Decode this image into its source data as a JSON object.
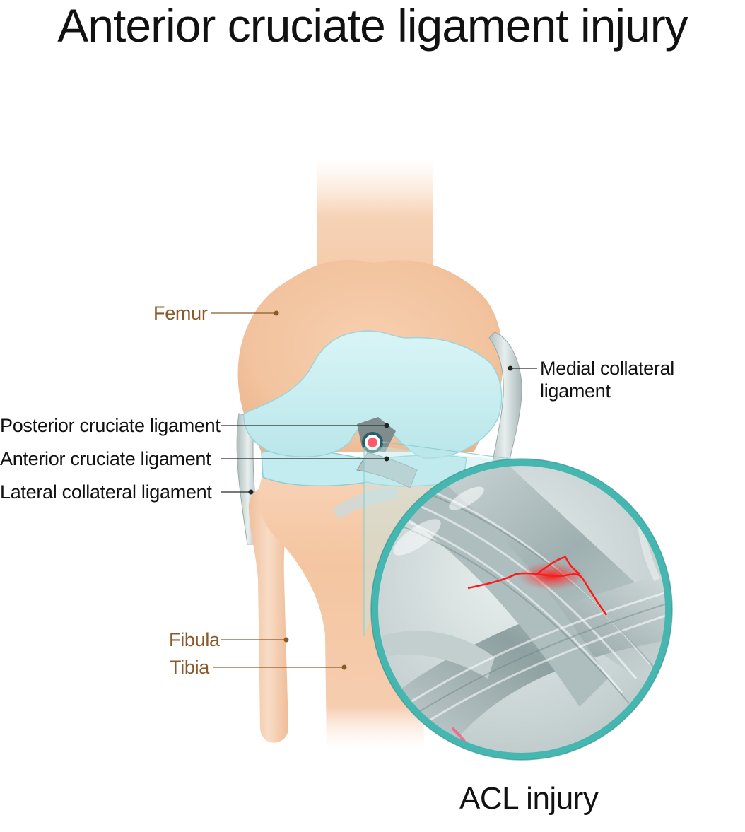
{
  "title": "Anterior cruciate ligament injury",
  "labels": {
    "femur": "Femur",
    "mcl_line1": "Medial collateral",
    "mcl_line2": "ligament",
    "pcl": "Posterior cruciate ligament",
    "acl": "Anterior cruciate ligament",
    "lcl": "Lateral collateral ligament",
    "fibula": "Fibula",
    "tibia": "Tibia"
  },
  "caption": "ACL injury",
  "colors": {
    "bone": "#f3c6a0",
    "cartilage": "#cdeff1",
    "ligament": "#c9d3d3",
    "magnifier_ring": "#45b7b0",
    "injury": "#ff2020",
    "bone_label": "#8a5a2b",
    "tissue_label": "#111111"
  }
}
